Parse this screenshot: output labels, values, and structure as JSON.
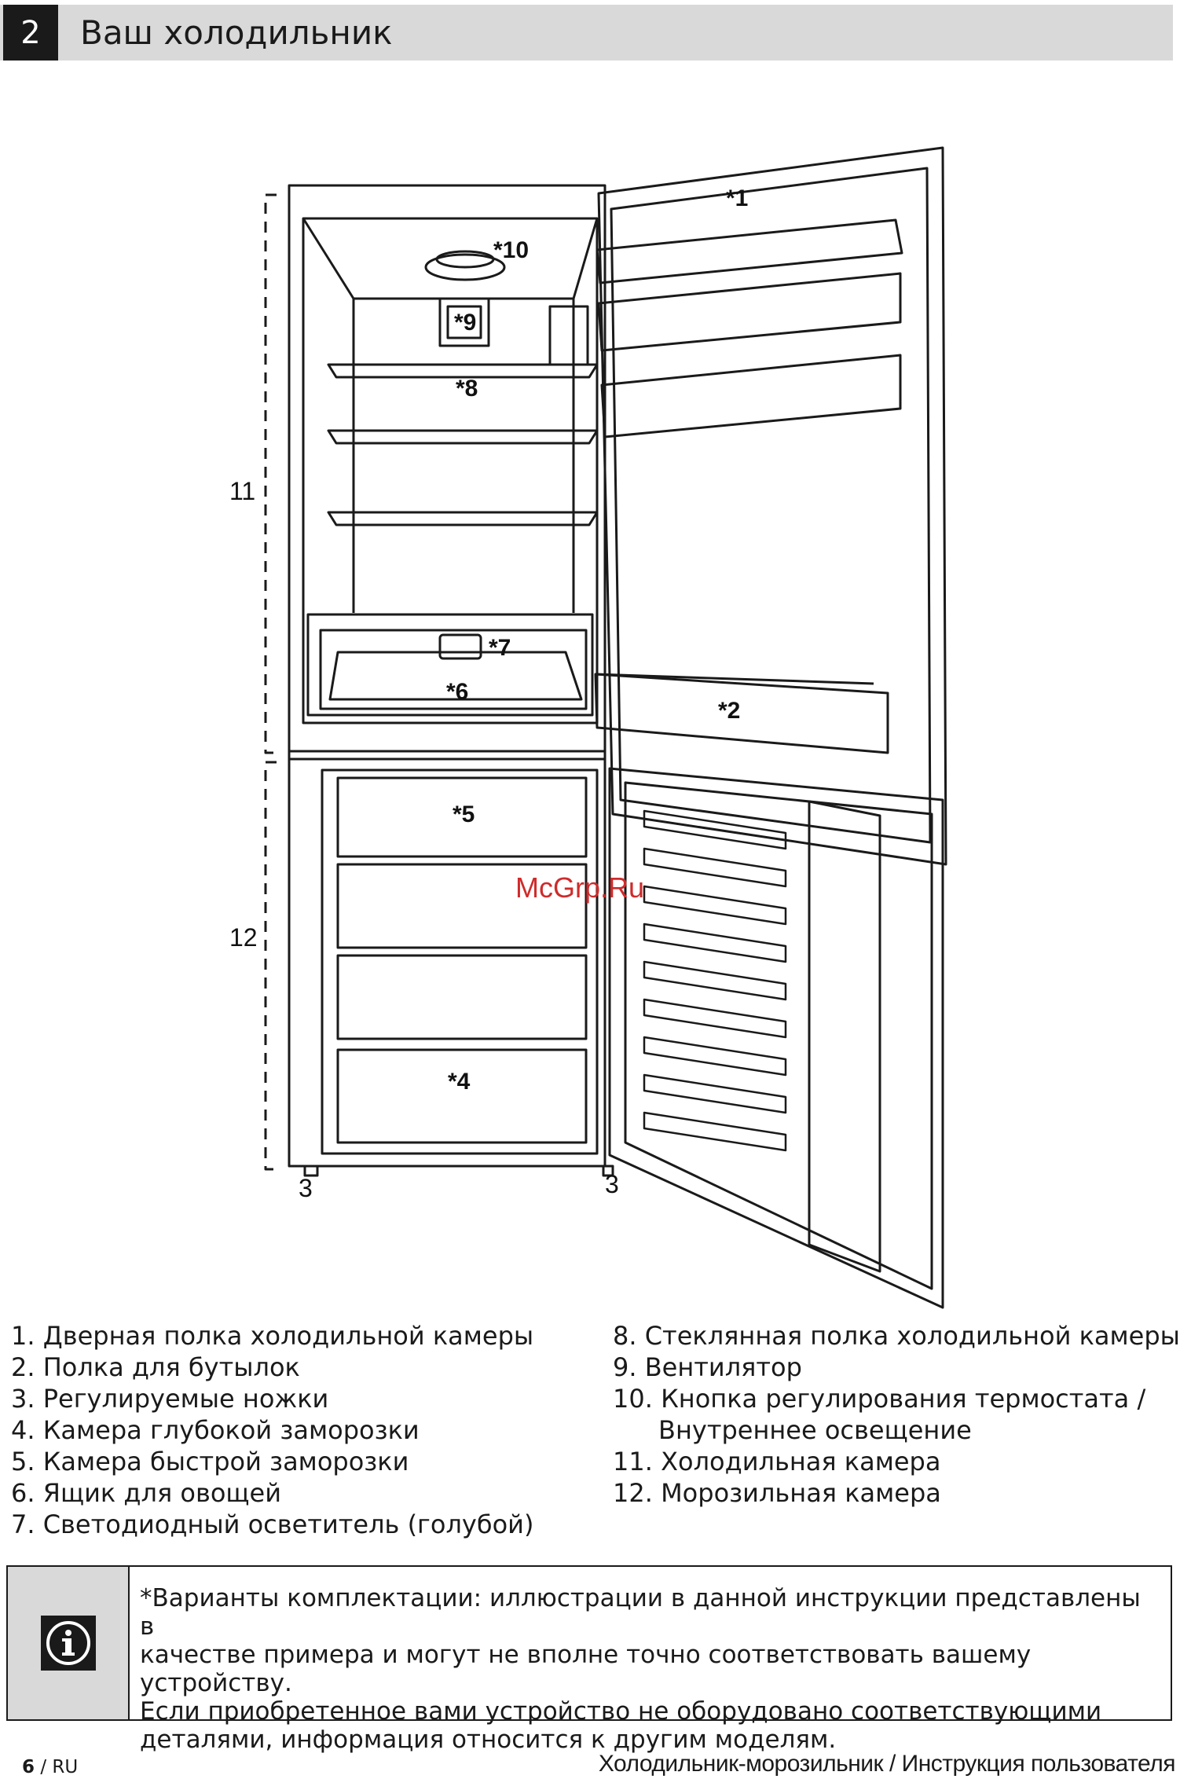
{
  "header": {
    "section_number": "2",
    "title": "Ваш холодильник"
  },
  "diagram": {
    "callouts": {
      "c1": "*1",
      "c2": "*2",
      "c3a": "3",
      "c3b": "3",
      "c4": "*4",
      "c5": "*5",
      "c6": "*6",
      "c7": "*7",
      "c8": "*8",
      "c9": "*9",
      "c10": "*10",
      "c11": "11",
      "c12": "12"
    },
    "watermark": "McGrp.Ru"
  },
  "legend": {
    "left": [
      "1. Дверная полка холодильной камеры",
      "2. Полка для бутылок",
      "3. Регулируемые ножки",
      "4. Камера глубокой заморозки",
      "5. Камера быстрой заморозки",
      "6. Ящик для овощей",
      "7. Светодиодный осветитель (голубой)"
    ],
    "right": [
      "8. Стеклянная полка холодильной камеры",
      "9. Вентилятор",
      "10. Кнопка регулирования термостата /",
      "Внутреннее освещение",
      "11. Холодильная камера",
      "12. Морозильная камера"
    ]
  },
  "note": {
    "icon": "info-icon",
    "lines": [
      "*Варианты комплектации: иллюстрации в данной инструкции представлены в",
      "качестве примера и могут не вполне точно соответствовать вашему устройству.",
      "Если приобретенное вами устройство не оборудовано соответствующими",
      "деталями, информация относится к другим моделям."
    ]
  },
  "footer": {
    "page_number": "6",
    "page_lang": "/ RU",
    "doc_title": "Холодильник-морозильник / Инструкция пользователя"
  }
}
